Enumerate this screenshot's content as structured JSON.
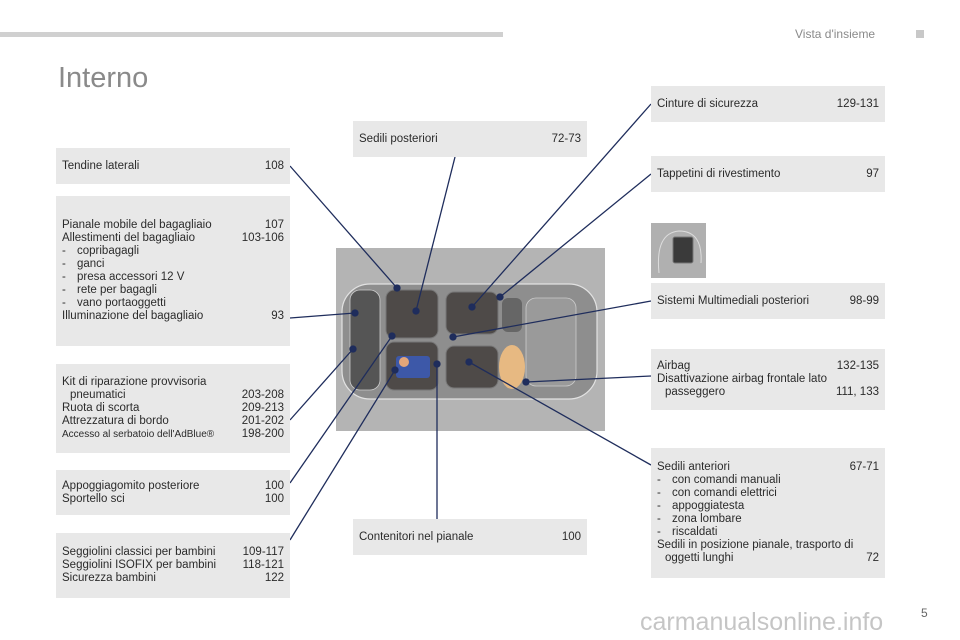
{
  "header": {
    "section": "Vista d'insieme",
    "title": "Interno"
  },
  "left": {
    "tendine": {
      "label": "Tendine laterali",
      "page": "108"
    },
    "bagagliaio": {
      "pianale": {
        "label": "Pianale mobile del bagagliaio",
        "page": "107"
      },
      "allestimenti": {
        "label": "Allestimenti del bagagliaio",
        "page": "103-106"
      },
      "subitems": [
        "copribagagli",
        "ganci",
        "presa accessori 12 V",
        "rete per bagagli",
        "vano portaoggetti"
      ],
      "illuminazione": {
        "label": "Illuminazione del bagagliaio",
        "page": "93"
      }
    },
    "kit": {
      "kit_line1": "Kit di riparazione provvisoria",
      "kit_line2": "pneumatici",
      "kit_page": "203-208",
      "ruota": {
        "label": "Ruota di scorta",
        "page": "209-213"
      },
      "attrezzatura": {
        "label": "Attrezzatura di bordo",
        "page": "201-202"
      },
      "adblue": {
        "label": "Accesso al serbatoio dell'AdBlue®",
        "page": "198-200"
      }
    },
    "appoggiagomito": {
      "label": "Appoggiagomito posteriore",
      "page": "100"
    },
    "sportello": {
      "label": "Sportello sci",
      "page": "100"
    },
    "seggiolini": [
      {
        "label": "Seggiolini classici per bambini",
        "page": "109-117"
      },
      {
        "label": "Seggiolini ISOFIX per bambini",
        "page": "118-121"
      },
      {
        "label": "Sicurezza bambini",
        "page": "122"
      }
    ]
  },
  "center": {
    "sedili_posteriori": {
      "label": "Sedili posteriori",
      "page": "72-73"
    },
    "contenitori": {
      "label": "Contenitori nel pianale",
      "page": "100"
    }
  },
  "right": {
    "cinture": {
      "label": "Cinture di sicurezza",
      "page": "129-131"
    },
    "tappetini": {
      "label": "Tappetini di rivestimento",
      "page": "97"
    },
    "multimedia": {
      "label": "Sistemi Multimediali posteriori",
      "page": "98-99"
    },
    "airbag": {
      "label": "Airbag",
      "page": "132-135",
      "dis_line1": "Disattivazione airbag frontale lato",
      "dis_line2": "passeggero",
      "dis_page": "111, 133"
    },
    "sedili_anteriori": {
      "label": "Sedili anteriori",
      "page": "67-71",
      "subitems": [
        "con comandi manuali",
        "con comandi elettrici",
        "appoggiatesta",
        "zona lombare",
        "riscaldati"
      ],
      "pos_line1": "Sedili in posizione pianale, trasporto di",
      "pos_line2": "oggetti lunghi",
      "pos_page": "72"
    }
  },
  "footer": {
    "page_number": "5",
    "watermark": "carmanualsonline.info"
  },
  "colors": {
    "leader": "#1f2d5c",
    "box": "#e8e8e8"
  }
}
